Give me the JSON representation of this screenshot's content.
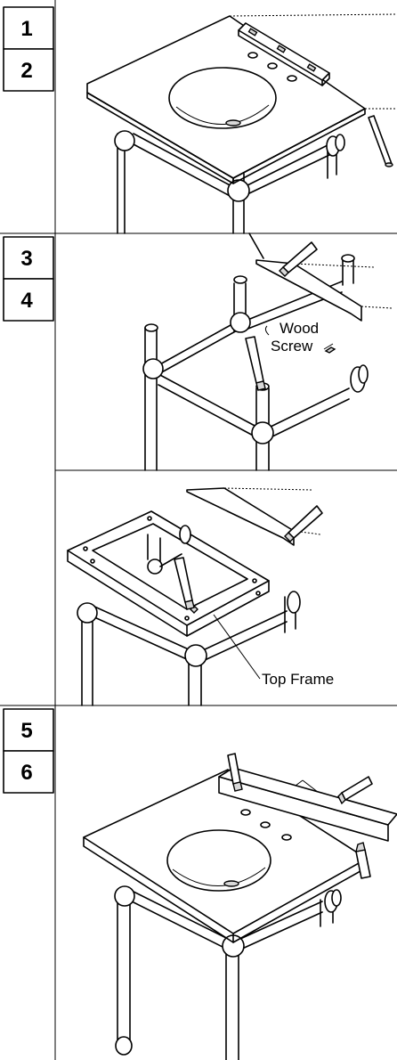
{
  "steps": {
    "s1": "1",
    "s2": "2",
    "s3": "3",
    "s4": "4",
    "s5": "5",
    "s6": "6"
  },
  "callouts": {
    "wood_screw_line1": "Wood",
    "wood_screw_line2": "Screw",
    "top_frame": "Top Frame"
  }
}
